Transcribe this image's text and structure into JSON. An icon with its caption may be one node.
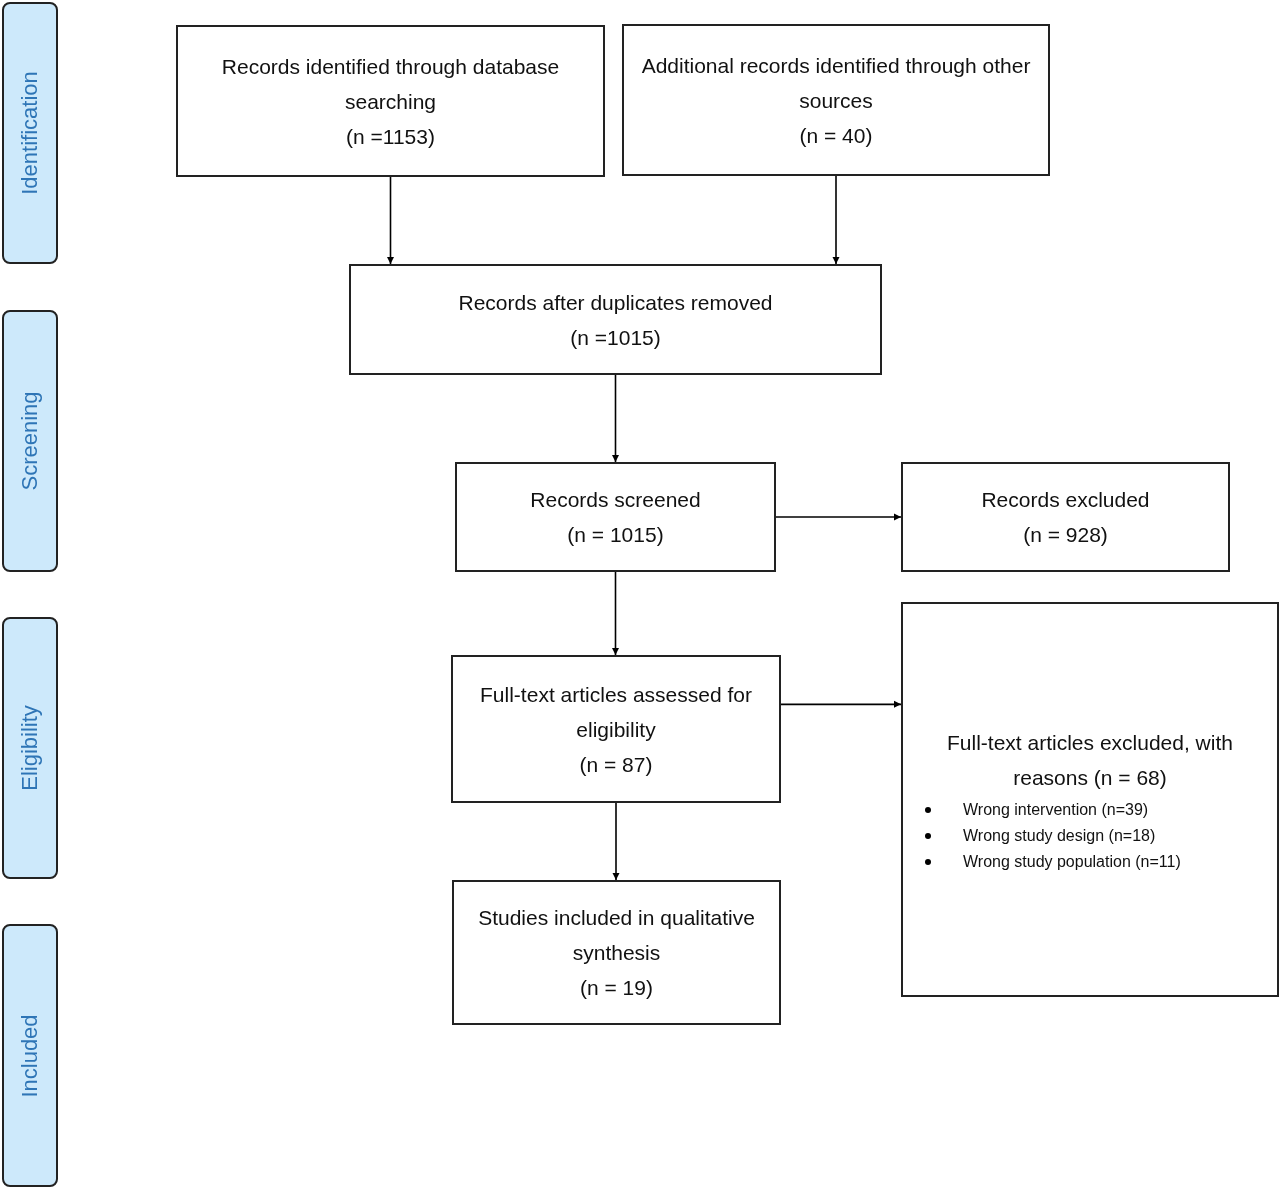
{
  "diagram": {
    "nodes": [
      {
        "text": [
          "Identification"
        ]
      },
      {
        "text": [
          "Screening"
        ]
      },
      {
        "text": [
          "Eligibility"
        ]
      },
      {
        "text": [
          "Included"
        ]
      },
      {
        "text": [
          "Records identified through database searching",
          "(n =1153)"
        ]
      },
      {
        "text": [
          "Additional records identified through other sources",
          "(n = 40)"
        ]
      },
      {
        "text": [
          "Records after duplicates removed",
          "(n =1015)"
        ]
      },
      {
        "text": [
          "Records screened",
          "(n = 1015)"
        ]
      },
      {
        "text": [
          "Records excluded",
          "(n = 928)"
        ]
      },
      {
        "text": [
          "Full-text articles assessed for eligibility",
          "(n = 87)"
        ]
      },
      {
        "text": [
          "Studies included in qualitative synthesis",
          "(n = 19)"
        ]
      },
      {
        "text": [
          "Full-text articles excluded, with reasons (n = 68)",
          "Wrong intervention (n=39)",
          "Wrong study design (n=18)",
          "Wrong study population (n=11)"
        ]
      }
    ],
    "edges": [
      {
        "from": 4,
        "to": 6,
        "arrow": "to"
      },
      {
        "from": 5,
        "to": 6,
        "arrow": "to"
      },
      {
        "from": 6,
        "to": 7,
        "arrow": "to"
      },
      {
        "from": 7,
        "to": 8,
        "arrow": "to"
      },
      {
        "from": 7,
        "to": 9,
        "arrow": "to"
      },
      {
        "from": 9,
        "to": 11,
        "arrow": "to"
      },
      {
        "from": 9,
        "to": 10,
        "arrow": "to"
      }
    ]
  }
}
